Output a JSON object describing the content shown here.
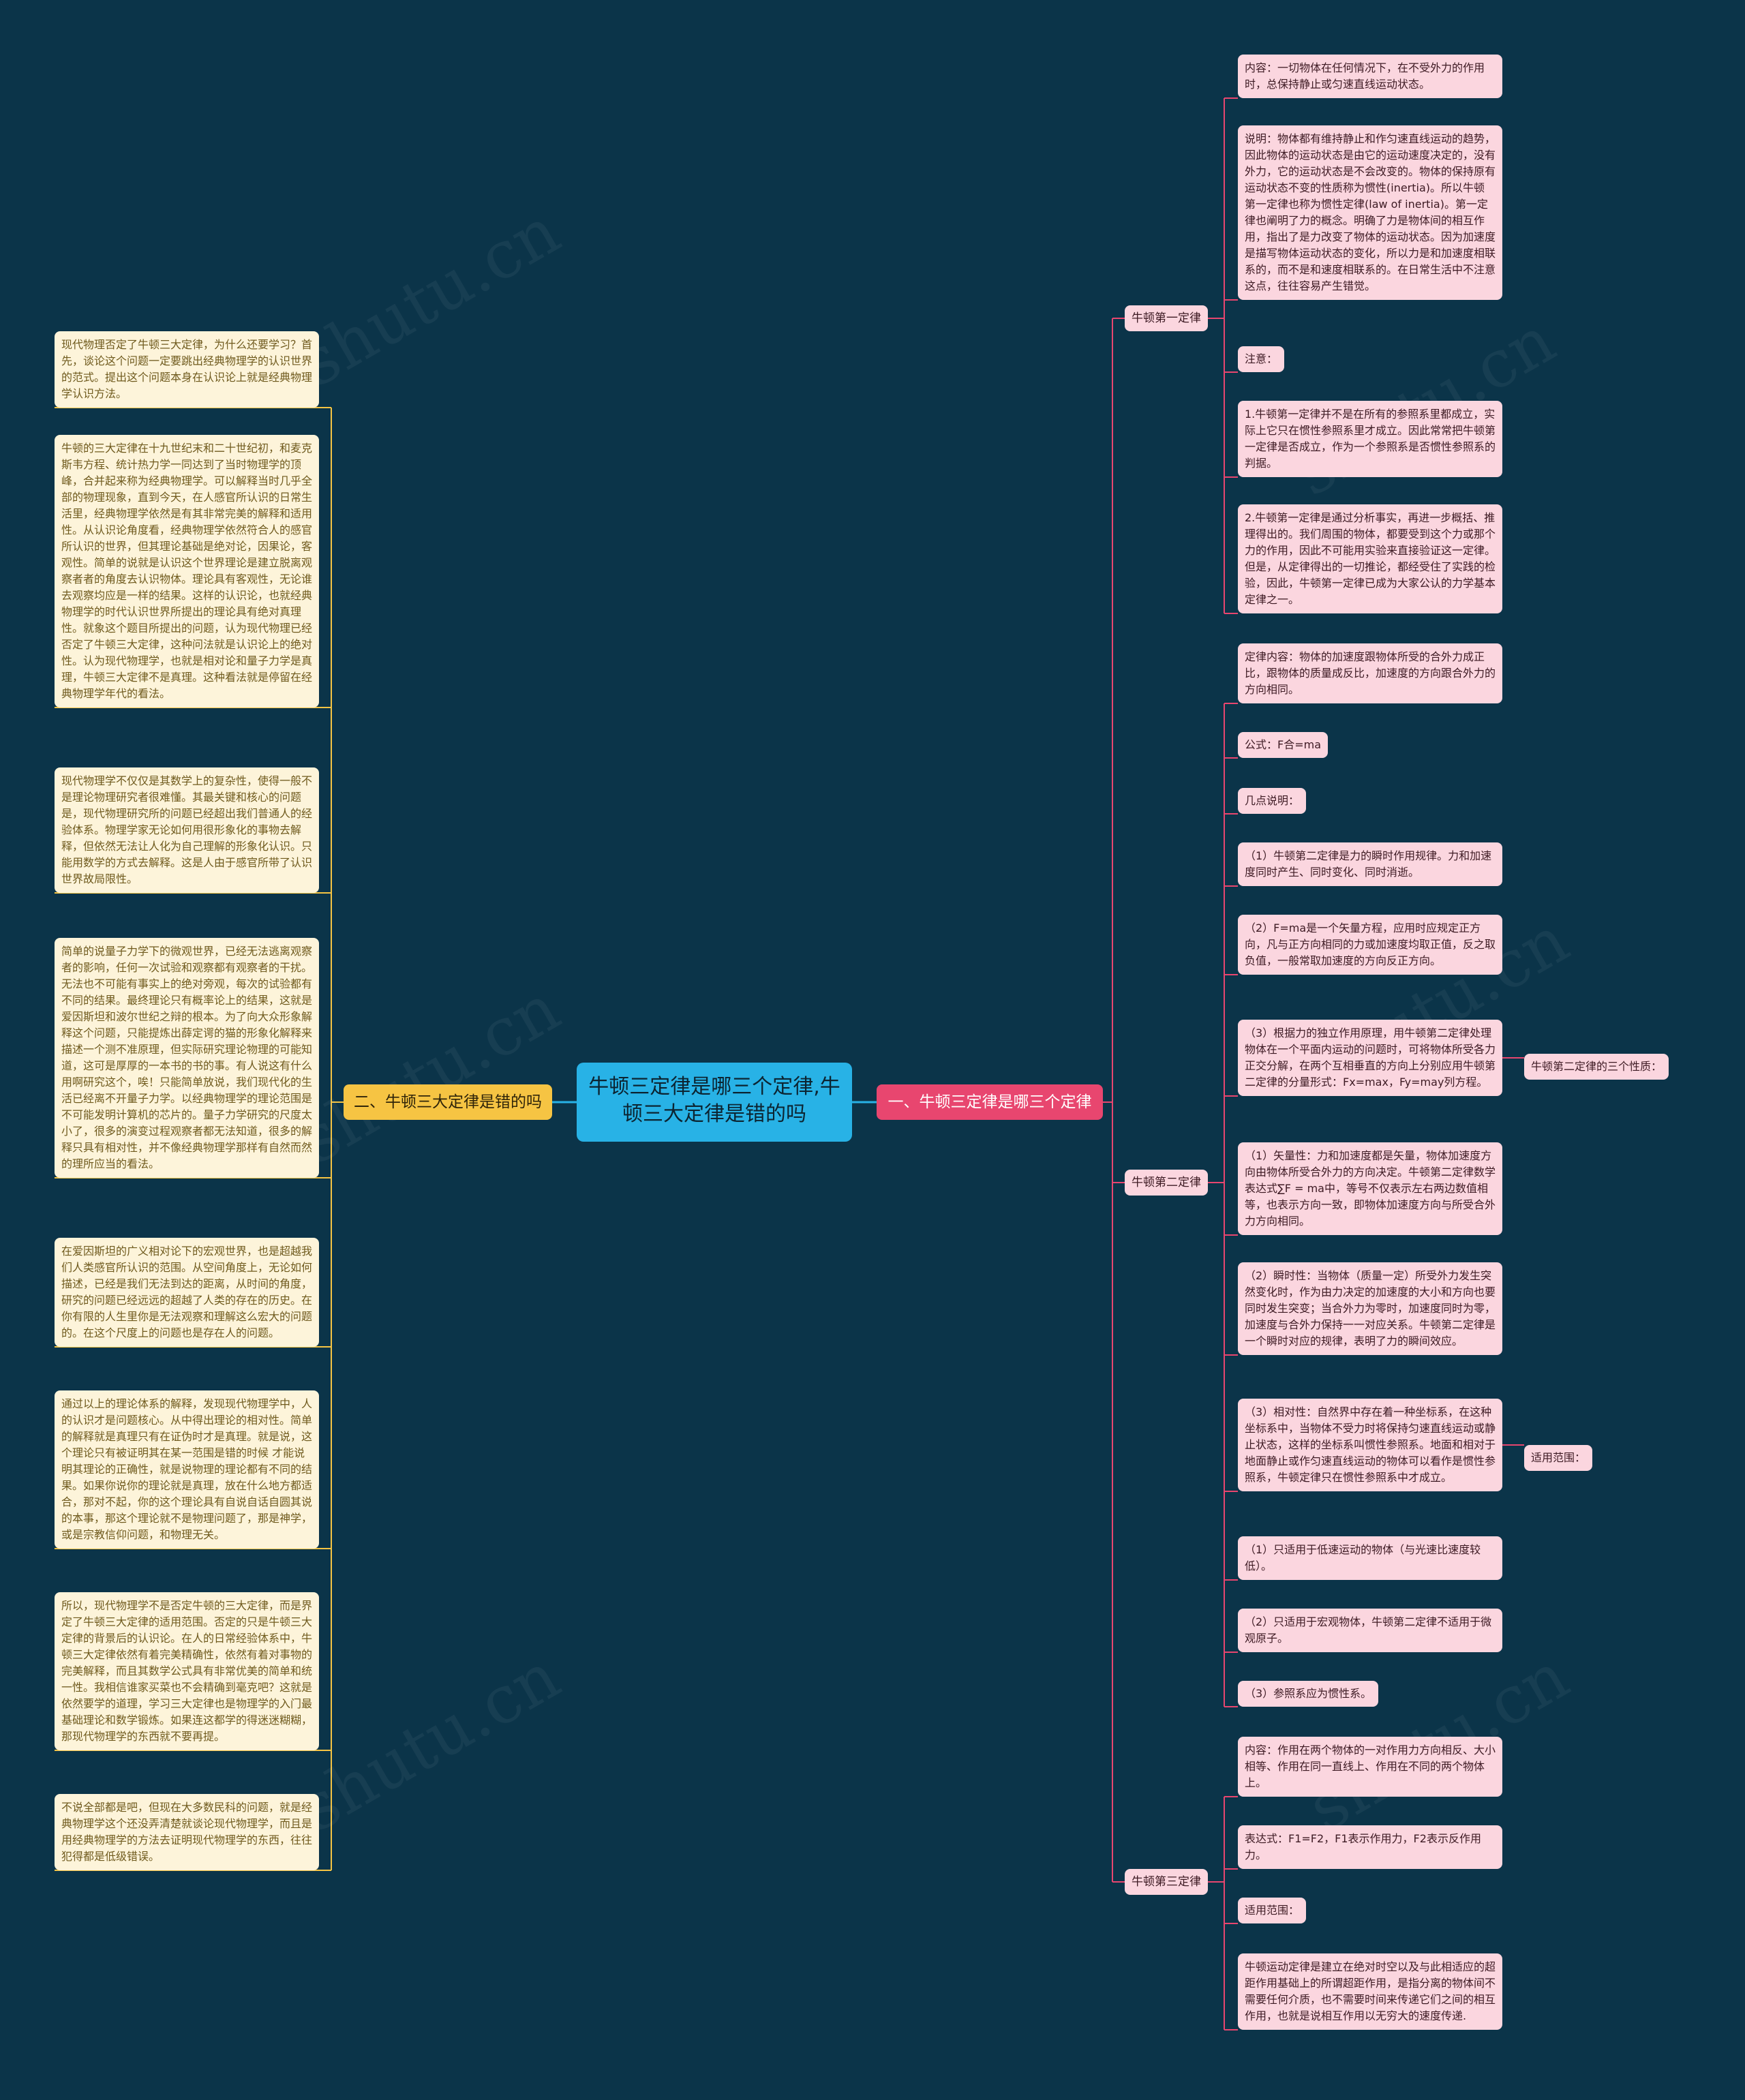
{
  "root": {
    "label": "牛顿三定律是哪三个定律,牛顿三大定律是错的吗"
  },
  "right_branch": {
    "label": "一、牛顿三定律是哪三个定律",
    "first_law": {
      "label": "牛顿第一定律",
      "items": [
        "内容：一切物体在任何情况下，在不受外力的作用时，总保持静止或匀速直线运动状态。",
        "说明：物体都有维持静止和作匀速直线运动的趋势，因此物体的运动状态是由它的运动速度决定的，没有外力，它的运动状态是不会改变的。物体的保持原有运动状态不变的性质称为惯性(inertia)。所以牛顿第一定律也称为惯性定律(law of inertia)。第一定律也阐明了力的概念。明确了力是物体间的相互作用，指出了是力改变了物体的运动状态。因为加速度是描写物体运动状态的变化，所以力是和加速度相联系的，而不是和速度相联系的。在日常生活中不注意这点，往往容易产生错觉。",
        "注意：",
        "1.牛顿第一定律并不是在所有的参照系里都成立，实际上它只在惯性参照系里才成立。因此常常把牛顿第一定律是否成立，作为一个参照系是否惯性参照系的判据。",
        "2.牛顿第一定律是通过分析事实，再进一步概括、推理得出的。我们周围的物体，都要受到这个力或那个力的作用，因此不可能用实验来直接验证这一定律。但是，从定律得出的一切推论，都经受住了实践的检验，因此，牛顿第一定律已成为大家公认的力学基本定律之一。"
      ]
    },
    "second_law": {
      "label": "牛顿第二定律",
      "items": [
        "定律内容：物体的加速度跟物体所受的合外力成正比，跟物体的质量成反比，加速度的方向跟合外力的方向相同。",
        "公式：F合=ma",
        "几点说明：",
        "（1）牛顿第二定律是力的瞬时作用规律。力和加速度同时产生、同时变化、同时消逝。",
        "（2）F=ma是一个矢量方程，应用时应规定正方向，凡与正方向相同的力或加速度均取正值，反之取负值，一般常取加速度的方向反正方向。",
        "（3）根据力的独立作用原理，用牛顿第二定律处理物体在一个平面内运动的问题时，可将物体所受各力正交分解，在两个互相垂直的方向上分别应用牛顿第二定律的分量形式：Fx=max，Fy=may列方程。",
        "（1）矢量性：力和加速度都是矢量，物体加速度方向由物体所受合外力的方向决定。牛顿第二定律数学表达式∑F = ma中，等号不仅表示左右两边数值相等，也表示方向一致，即物体加速度方向与所受合外力方向相同。",
        "（2）瞬时性：当物体（质量一定）所受外力发生突然变化时，作为由力决定的加速度的大小和方向也要同时发生突变；当合外力为零时，加速度同时为零，加速度与合外力保持一一对应关系。牛顿第二定律是一个瞬时对应的规律，表明了力的瞬间效应。",
        "（3）相对性：自然界中存在着一种坐标系，在这种坐标系中，当物体不受力时将保持匀速直线运动或静止状态，这样的坐标系叫惯性参照系。地面和相对于地面静止或作匀速直线运动的物体可以看作是惯性参照系，牛顿定律只在惯性参照系中才成立。",
        "（1）只适用于低速运动的物体（与光速比速度较低）。",
        "（2）只适用于宏观物体，牛顿第二定律不适用于微观原子。",
        "（3）参照系应为惯性系。"
      ],
      "three_properties": "牛顿第二定律的三个性质：",
      "scope": "适用范围："
    },
    "third_law": {
      "label": "牛顿第三定律",
      "items": [
        "内容：作用在两个物体的一对作用力方向相反、大小相等、作用在同一直线上、作用在不同的两个物体上。",
        "表达式：F1=F2，F1表示作用力，F2表示反作用力。",
        "适用范围：",
        "牛顿运动定律是建立在绝对时空以及与此相适应的超距作用基础上的所谓超距作用，是指分离的物体间不需要任何介质，也不需要时间来传递它们之间的相互作用，也就是说相互作用以无穷大的速度传递."
      ]
    }
  },
  "left_branch": {
    "label": "二、牛顿三大定律是错的吗",
    "items": [
      "现代物理否定了牛顿三大定律，为什么还要学习？首先，谈论这个问题一定要跳出经典物理学的认识世界的范式。提出这个问题本身在认识论上就是经典物理学认识方法。",
      "牛顿的三大定律在十九世纪末和二十世纪初，和麦克斯韦方程、统计热力学一同达到了当时物理学的顶峰，合并起来称为经典物理学。可以解释当时几乎全部的物理现象，直到今天，在人感官所认识的日常生活里，经典物理学依然是有其非常完美的解释和适用性。从认识论角度看，经典物理学依然符合人的感官所认识的世界，但其理论基础是绝对论，因果论，客观性。简单的说就是认识这个世界理论是建立脱离观察者者的角度去认识物体。理论具有客观性，无论谁去观察均应是一样的结果。这样的认识论，也就经典物理学的时代认识世界所提出的理论具有绝对真理性。就象这个题目所提出的问题，认为现代物理已经否定了牛顿三大定律，这种问法就是认识论上的绝对性。认为现代物理学，也就是相对论和量子力学是真理，牛顿三大定律不是真理。这种看法就是停留在经典物理学年代的看法。",
      "现代物理学不仅仅是其数学上的复杂性，使得一般不是理论物理研究者很难懂。其最关键和核心的问题是，现代物理研究所的问题已经超出我们普通人的经验体系。物理学家无论如何用很形象化的事物去解释，但依然无法让人化为自己理解的形象化认识。只能用数学的方式去解释。这是人由于感官所带了认识世界故局限性。",
      "简单的说量子力学下的微观世界，已经无法逃离观察者的影响，任何一次试验和观察都有观察者的干扰。无法也不可能有事实上的绝对旁观，每次的试验都有不同的结果。最终理论只有概率论上的结果，这就是爱因斯坦和波尔世纪之辩的根本。为了向大众形象解释这个问题，只能提炼出薛定谔的猫的形象化解释来描述一个测不准原理，但实际研究理论物理的可能知道，这可是厚厚的一本书的书的事。有人说这有什么用啊研究这个，唉！只能简单放说，我们现代化的生活已经离不开量子力学。以经典物理学的理论范围是不可能发明计算机的芯片的。量子力学研究的尺度太小了，很多的演变过程观察者都无法知道，很多的解释只具有相对性，并不像经典物理学那样有自然而然的理所应当的看法。",
      "在爱因斯坦的广义相对论下的宏观世界，也是超越我们人类感官所认识的范围。从空间角度上，无论如何描述，已经是我们无法到达的距离，从时间的角度，研究的问题已经远远的超越了人类的存在的历史。在你有限的人生里你是无法观察和理解这么宏大的问题的。在这个尺度上的问题也是存在人的问题。",
      "通过以上的理论体系的解释，发现现代物理学中，人的认识才是问题核心。从中得出理论的相对性。简单的解释就是真理只有在证伪时才是真理。就是说，这个理论只有被证明其在某一范围是错的时候 才能说明其理论的正确性，就是说物理的理论都有不同的结果。如果你说你的理论就是真理，放在什么地方都适合，那对不起，你的这个理论具有自说自话自圆其说的本事，那这个理论就不是物理问题了，那是神学，或是宗教信仰问题，和物理无关。",
      "所以，现代物理学不是否定牛顿的三大定律，而是界定了牛顿三大定律的适用范围。否定的只是牛顿三大定律的背景后的认识论。在人的日常经验体系中，牛顿三大定律依然有着完美精确性，依然有着对事物的完美解释，而且其数学公式具有非常优美的简单和统一性。我相信谁家买菜也不会精确到毫克吧？这就是依然要学的道理，学习三大定律也是物理学的入门最基础理论和数学锻炼。如果连这都学的得迷迷糊糊，那现代物理学的东西就不要再提。",
      "不说全部都是吧，但现在大多数民科的问题，就是经典物理学这个还没弄清楚就谈论现代物理学，而且是用经典物理学的方法去证明现代物理学的东西，往往犯得都是低级错误。"
    ]
  },
  "colors": {
    "background": "#0b3449",
    "root": "#28b2e6",
    "right_branch": "#e8466f",
    "left_branch": "#f6c443",
    "right_leaf": "#fbd6df",
    "left_leaf": "#fdf4da"
  }
}
